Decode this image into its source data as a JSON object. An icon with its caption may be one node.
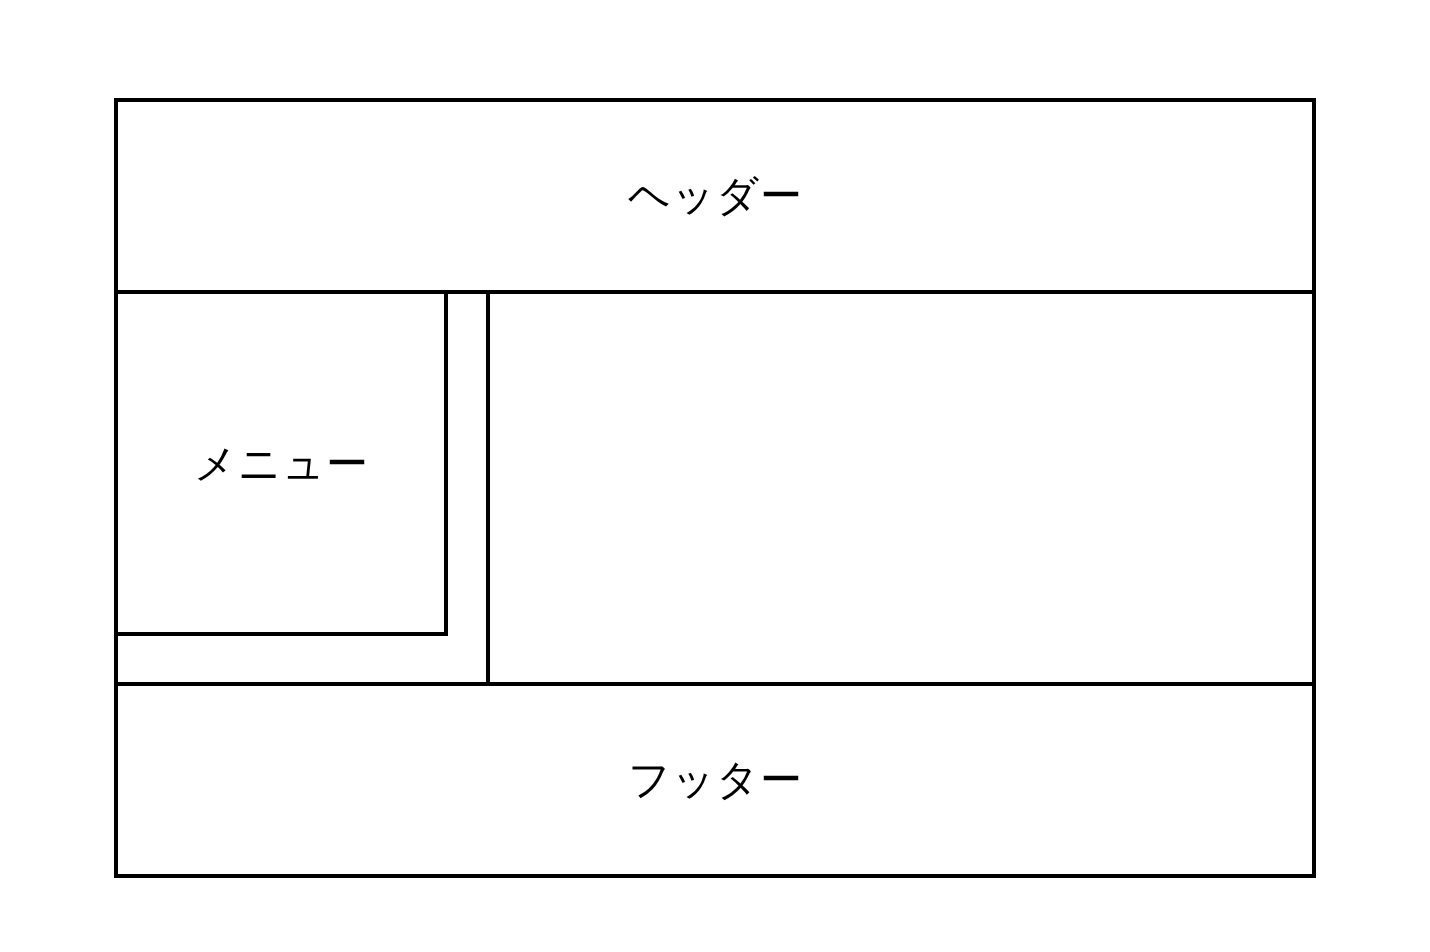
{
  "diagram": {
    "nodes": [
      {
        "text": [],
        "shape": "box"
      },
      {
        "text": [
          "ヘッダー"
        ],
        "in": 0
      },
      {
        "text": [],
        "shape": "box",
        "in": 0
      },
      {
        "text": [
          "メニュー"
        ],
        "in": 2
      },
      {
        "text": [],
        "shape": "box",
        "in": 0
      },
      {
        "text": [
          "フッター"
        ],
        "in": 0
      }
    ]
  }
}
